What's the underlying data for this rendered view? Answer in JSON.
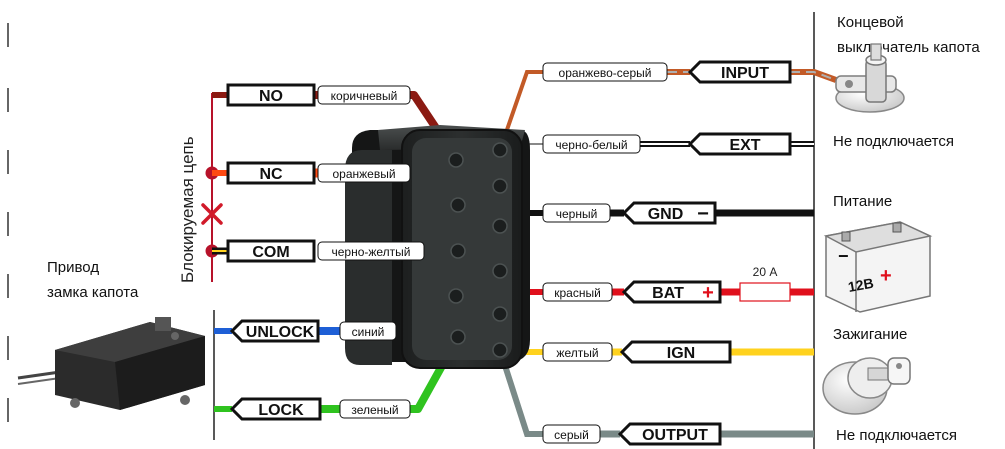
{
  "blocked_circuit_label": "Блокируемая цепь",
  "actuator_label": [
    "Привод",
    "замка капота"
  ],
  "left_pins": [
    {
      "code": "NO",
      "color_name": "коричневый",
      "wire": "#8B1A12"
    },
    {
      "code": "NC",
      "color_name": "оранжевый",
      "wire": "#FF4A12"
    },
    {
      "code": "COM",
      "color_name": "черно-желтый",
      "wire": "#111111",
      "stripe": "#FFD21E"
    },
    {
      "code": "UNLOCK",
      "color_name": "синий",
      "wire": "#1E5FD6"
    },
    {
      "code": "LOCK",
      "color_name": "зеленый",
      "wire": "#2FC31F"
    }
  ],
  "right_pins": [
    {
      "code": "INPUT",
      "color_name": "оранжево-серый",
      "wire": "#C25A27",
      "stripe": "#AFAFAF",
      "description": [
        "Концевой",
        "выключатель капота"
      ]
    },
    {
      "code": "EXT",
      "color_name": "черно-белый",
      "wire": "#111111",
      "stripe": "#ffffff",
      "description": [
        "Не подключается"
      ]
    },
    {
      "code": "GND",
      "symbol": "−",
      "color_name": "черный",
      "wire": "#111111",
      "description": [
        "Питание"
      ]
    },
    {
      "code": "BAT",
      "symbol": "+",
      "color_name": "красный",
      "wire": "#E0101C",
      "fuse": "20 А",
      "description": []
    },
    {
      "code": "IGN",
      "color_name": "желтый",
      "wire": "#FFD21E",
      "description": [
        "Зажигание"
      ]
    },
    {
      "code": "OUTPUT",
      "color_name": "серый",
      "wire": "#7A8A88",
      "description": [
        "Не подключается"
      ]
    }
  ],
  "battery_label": "12В",
  "battery_plus": "+",
  "battery_minus": "−"
}
